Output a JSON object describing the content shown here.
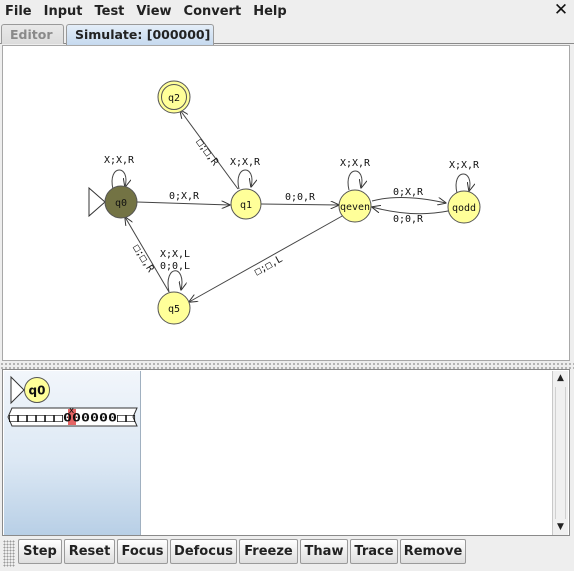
{
  "menu": {
    "file": "File",
    "input": "Input",
    "test": "Test",
    "view": "View",
    "convert": "Convert",
    "help": "Help"
  },
  "window": {
    "close_glyph": "✕"
  },
  "tabs": {
    "editor": "Editor",
    "simulate": "Simulate: [000000]"
  },
  "diagram": {
    "states": {
      "q0": "q0",
      "q1": "q1",
      "q2": "q2",
      "q5": "q5",
      "qeven": "qeven",
      "qodd": "qodd"
    },
    "labels": {
      "q0_loop": "X;X,R",
      "q0_q1": "0;X,R",
      "q1_loop": "X;X,R",
      "q1_qeven": "0;0,R",
      "q1_q2": "□;□,R",
      "qeven_loop": "X;X,R",
      "qeven_qodd": "0;X,R",
      "qodd_qeven": "0;0,R",
      "qodd_loop": "X;X,R",
      "qeven_q5": "□;□,L",
      "q5_loop_1": "X;X,L",
      "q5_loop_2": "0;0,L",
      "q5_q0": "□;□,R"
    },
    "colors": {
      "state_fill": "#ffff99",
      "current_state_fill": "#737344",
      "tape_head_cell": "#e46464"
    }
  },
  "configuration": {
    "state": "q0",
    "tape": "□□□□□□000000□□",
    "head_marker": "x"
  },
  "scrollbar": {
    "up_glyph": "▲",
    "down_glyph": "▼"
  },
  "toolbar": {
    "step": "Step",
    "reset": "Reset",
    "focus": "Focus",
    "defocus": "Defocus",
    "freeze": "Freeze",
    "thaw": "Thaw",
    "trace": "Trace",
    "remove": "Remove"
  }
}
